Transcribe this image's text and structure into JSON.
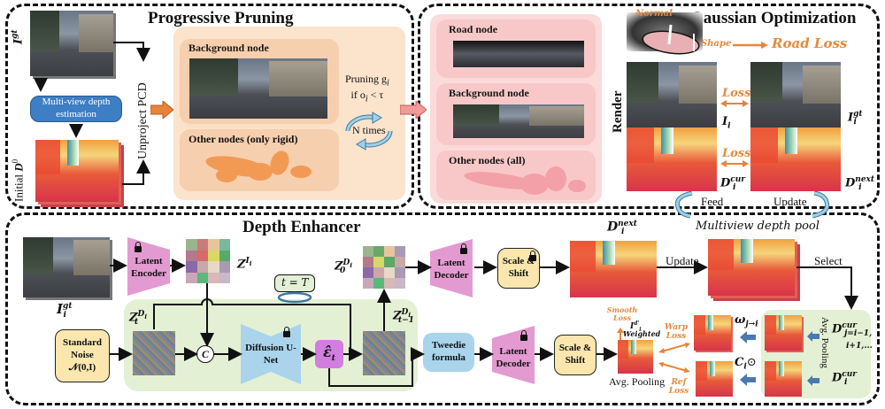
{
  "progressive_pruning": {
    "title": "Progressive Pruning",
    "input_image_label": "I",
    "input_image_sup": "gt",
    "mvs_box": "Multi-view depth estimation",
    "initial_depth_label_prefix": "Initial ",
    "initial_depth_var": "D",
    "initial_depth_sup": "0",
    "unproject_label": "Unproject PCD",
    "background_node": "Background node",
    "other_nodes": "Other nodes (only rigid)",
    "pruning_line1": "Pruning g",
    "pruning_line1_sub": "i",
    "pruning_line2": "if o",
    "pruning_line2_sub": "i",
    "pruning_line2_rest": " < τ",
    "loop_label": "N times"
  },
  "node_panel": {
    "road_node": "Road node",
    "background_node": "Background node",
    "other_nodes": "Other nodes (all)"
  },
  "gaussian_optimization": {
    "title": "Gaussian Optimization",
    "normal_label": "Normal",
    "shape_label": "Shape",
    "road_loss": "Road Loss",
    "render_label": "Render",
    "loss_top": "Loss",
    "loss_bottom": "Loss",
    "rendered_image_var": "I",
    "rendered_image_sub": "i",
    "gt_image_var": "I",
    "gt_image_sup": "gt",
    "gt_image_sub": "i",
    "depth_cur_var": "D",
    "depth_cur_sup": "cur",
    "depth_cur_sub": "i",
    "depth_next_var": "D",
    "depth_next_sup": "next",
    "depth_next_sub": "i",
    "feed_label": "Feed",
    "update_label": "Update"
  },
  "depth_enhancer": {
    "title": "Depth Enhancer",
    "input_var": "I",
    "input_sup": "gt",
    "input_sub": "i",
    "latent_encoder": "Latent Encoder",
    "z_image_var": "Z",
    "z_image_sup": "I",
    "z_image_sup_sub": "i",
    "z0_var": "Z",
    "z0_sup": "D",
    "z0_sup_sub": "i",
    "z0_sub": "0",
    "latent_decoder_top": "Latent Decoder",
    "scale_shift_top": "Scale & Shift",
    "depth_next_var": "D",
    "depth_next_sup": "next",
    "depth_next_sub": "i",
    "update_label": "Update",
    "pool_label": "Multiview depth pool",
    "select_label": "Select",
    "t_eq_T": "t = T",
    "standard_noise_line1": "Standard",
    "standard_noise_line2": "Noise",
    "standard_noise_line3": "𝒩(0,I)",
    "zt_var": "Z",
    "zt_sup": "D",
    "zt_sup_sub": "i",
    "zt_sub": "t",
    "concat_symbol": "C",
    "diffusion_unet": "Diffusion U-Net",
    "eps_symbol": "ε̂",
    "eps_sub": "t",
    "zt1_var": "Z",
    "zt1_sup": "D",
    "zt1_sup_sub": "i",
    "zt1_sub": "t−1",
    "tweedie": "Tweedie formula",
    "latent_decoder_bottom": "Latent Decoder",
    "scale_shift_bottom": "Scale & Shift",
    "smooth_loss": "Smooth Loss",
    "weighted_var": "I",
    "weighted_sup": "d'",
    "weighted_sub": "i",
    "weighted_label": "Weighted",
    "avg_pooling_bottom": "Avg. Pooling",
    "warp_loss": "Warp Loss",
    "ref_loss": "Ref Loss",
    "omega_var": "ω",
    "omega_sub": "j→i",
    "conf_var": "C",
    "conf_sub": "i",
    "conf_op": "⊙",
    "dj_var": "D",
    "dj_sup": "cur",
    "dj_sub": "j=i−1,",
    "dj_sub2": "i+1,...",
    "di_var": "D",
    "di_sup": "cur",
    "di_sub": "i",
    "avg_pooling_side": "Avg. Pooling"
  },
  "colors": {
    "orange_arrow": "#e8843a",
    "pink_arrow": "#f29a9a",
    "blue_arrow": "#4a78b0",
    "loss_text": "#e38b3c",
    "mvs_box": "#3d7ec4",
    "pruning_panel": "#fbe3cc",
    "node_panel": "#fbdada",
    "green_panel": "#e3f0d4",
    "encoder": "#e39ad0",
    "unet": "#a9d4ec",
    "eps": "#d27de0",
    "scale_shift": "#fbe7ae",
    "noise_box": "#fbe7ae",
    "tweedie": "#a9d4ec"
  }
}
